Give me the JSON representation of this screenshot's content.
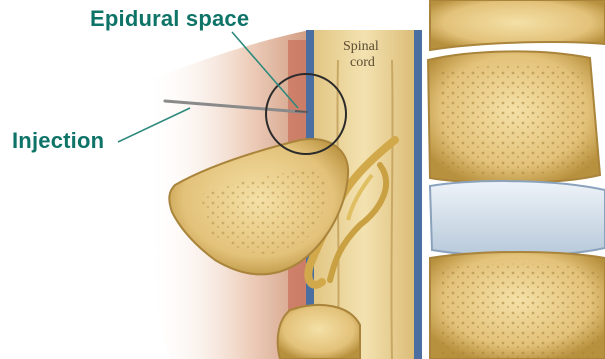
{
  "labels": {
    "epidural_space": "Epidural space",
    "injection": "Injection",
    "spinal_cord_line1": "Spinal",
    "spinal_cord_line2": "cord"
  },
  "colors": {
    "callout_text": "#0f7468",
    "leader_line": "#2e8a7c",
    "bone": "#e8cf8a",
    "bone_shadow": "#b8913e",
    "disc": "#dce7f0",
    "cord": "#eed9a0",
    "dura": "#4a6fa0",
    "tissue": "#e6bfa8"
  }
}
